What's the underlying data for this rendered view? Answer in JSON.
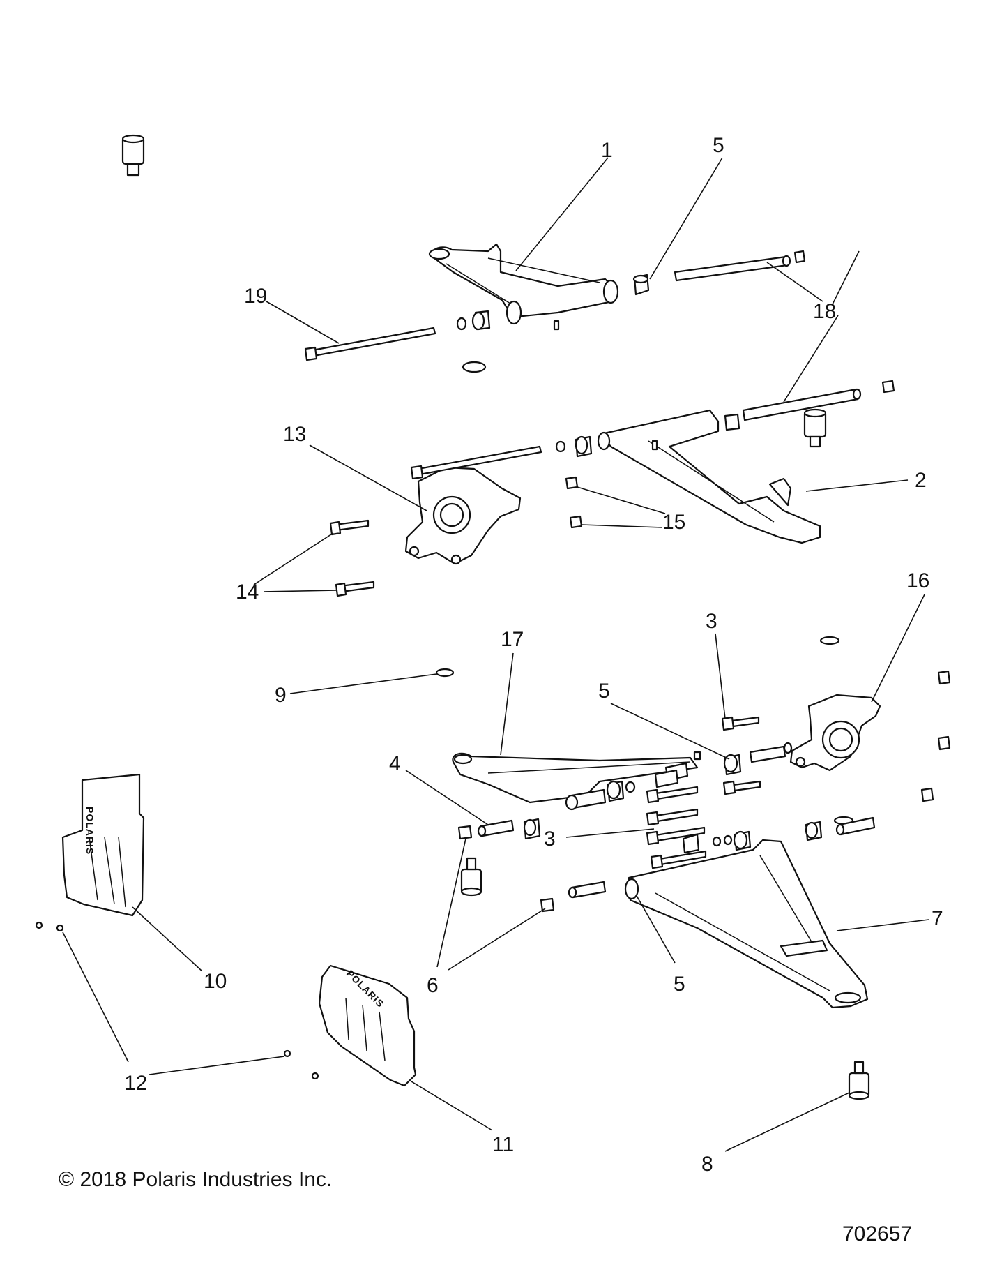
{
  "diagram": {
    "callouts": [
      {
        "id": "c1",
        "label": "1"
      },
      {
        "id": "c5a",
        "label": "5"
      },
      {
        "id": "c19",
        "label": "19"
      },
      {
        "id": "c18a",
        "label": "18"
      },
      {
        "id": "c13",
        "label": "13"
      },
      {
        "id": "c2",
        "label": "2"
      },
      {
        "id": "c15",
        "label": "15"
      },
      {
        "id": "c14",
        "label": "14"
      },
      {
        "id": "c16",
        "label": "16"
      },
      {
        "id": "c3a",
        "label": "3"
      },
      {
        "id": "c17",
        "label": "17"
      },
      {
        "id": "c9",
        "label": "9"
      },
      {
        "id": "c5b",
        "label": "5"
      },
      {
        "id": "c4",
        "label": "4"
      },
      {
        "id": "c3b",
        "label": "3"
      },
      {
        "id": "c7",
        "label": "7"
      },
      {
        "id": "c10",
        "label": "10"
      },
      {
        "id": "c6",
        "label": "6"
      },
      {
        "id": "c5c",
        "label": "5"
      },
      {
        "id": "c12",
        "label": "12"
      },
      {
        "id": "c11",
        "label": "11"
      },
      {
        "id": "c8",
        "label": "8"
      }
    ],
    "skid_plate_logo": "POLARIS"
  },
  "footer": {
    "copyright": "© 2018 Polaris Industries Inc.",
    "figure_number": "702657"
  }
}
